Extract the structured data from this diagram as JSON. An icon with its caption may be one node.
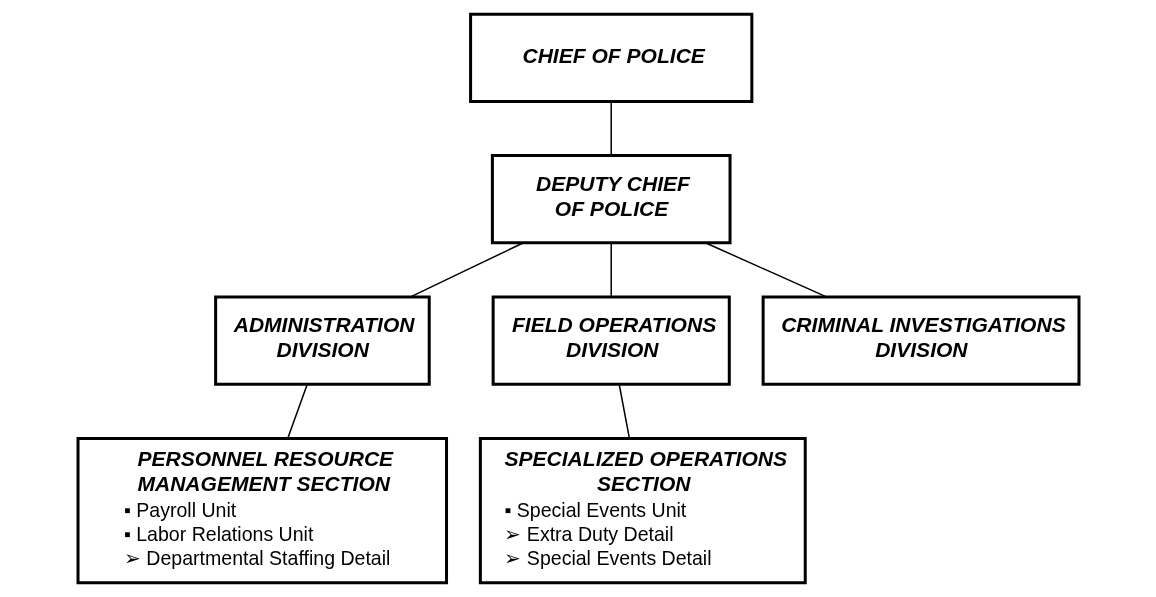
{
  "diagram": {
    "nodes": [
      {
        "text": [
          "CHIEF OF POLICE"
        ]
      },
      {
        "text": [
          "DEPUTY CHIEF OF POLICE"
        ]
      },
      {
        "text": [
          "ADMINISTRATION DIVISION"
        ]
      },
      {
        "text": [
          "FIELD OPERATIONS DIVISION"
        ]
      },
      {
        "text": [
          "CRIMINAL INVESTIGATIONS DIVISION"
        ]
      },
      {
        "text": [
          "PERSONNEL RESOURCE MANAGEMENT SECTION",
          "▪ Payroll Unit",
          "▪ Labor Relations Unit",
          "➢ Departmental Staffing Detail"
        ]
      },
      {
        "text": [
          "SPECIALIZED OPERATIONS SECTION",
          "▪ Special Events Unit",
          "➢ Extra Duty Detail",
          "➢ Special Events Detail"
        ]
      }
    ],
    "edges": [
      {
        "from": 0,
        "to": 1,
        "arrow": "none"
      },
      {
        "from": 1,
        "to": 2,
        "arrow": "none"
      },
      {
        "from": 1,
        "to": 3,
        "arrow": "none"
      },
      {
        "from": 1,
        "to": 4,
        "arrow": "none"
      },
      {
        "from": 2,
        "to": 5,
        "arrow": "none"
      },
      {
        "from": 3,
        "to": 6,
        "arrow": "none"
      }
    ]
  }
}
